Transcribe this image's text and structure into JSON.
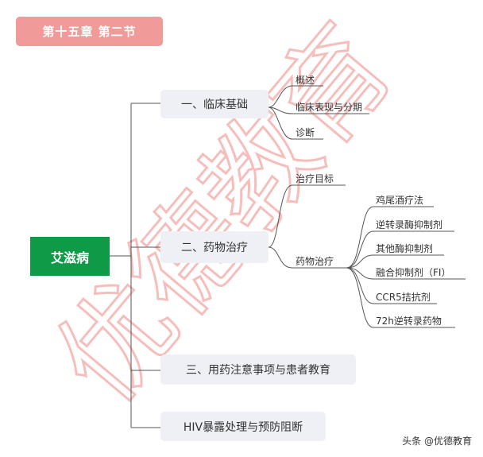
{
  "chapter_label": "第十五章  第二节",
  "root": {
    "label": "艾滋病"
  },
  "branches": [
    {
      "label": "一、临床基础",
      "children": [
        {
          "label": "概述"
        },
        {
          "label": "临床表现与分期"
        },
        {
          "label": "诊断"
        }
      ]
    },
    {
      "label": "二、药物治疗",
      "children": [
        {
          "label": "治疗目标"
        },
        {
          "label": "药物治疗",
          "children": [
            {
              "label": "鸡尾酒疗法"
            },
            {
              "label": "逆转录酶抑制剂"
            },
            {
              "label": "其他酶抑制剂"
            },
            {
              "label": "融合抑制剂（FI）"
            },
            {
              "label": "CCR5拮抗剂"
            },
            {
              "label": "72h逆转录药物"
            }
          ]
        }
      ]
    },
    {
      "label": "三、用药注意事项与患者教育"
    },
    {
      "label": "HIV暴露处理与预防阻断"
    }
  ],
  "watermark": {
    "text": "优德教育",
    "color": "#f4b3b0"
  },
  "credit": "头条 @优德教育",
  "colors": {
    "root": "#0f9a48",
    "chapter": "#f09a99",
    "branch_bg": "#eef0f5",
    "line": "#555555"
  }
}
